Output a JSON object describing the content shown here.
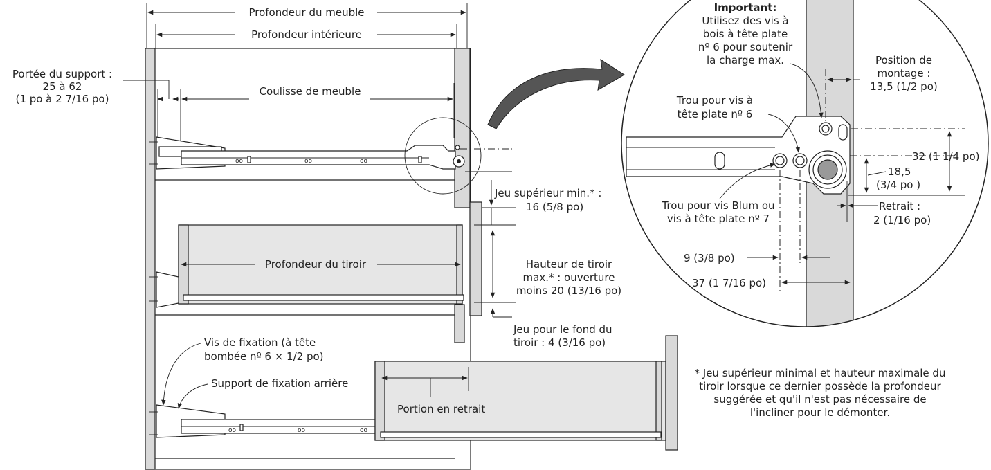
{
  "labels": {
    "profondeur_meuble": "Profondeur du meuble",
    "profondeur_interieure": "Profondeur intérieure",
    "portee_l1": "Portée du support :",
    "portee_l2": "25 à 62",
    "portee_l3": "(1 po à 2 7/16 po)",
    "coulisse": "Coulisse de meuble",
    "jeu_sup_l1": "Jeu supérieur min.* :",
    "jeu_sup_l2": "16 (5/8 po)",
    "profondeur_tiroir": "Profondeur du tiroir",
    "hauteur_l1": "Hauteur de tiroir",
    "hauteur_l2": "max.* : ouverture",
    "hauteur_l3": "moins 20 (13/16 po)",
    "jeu_fond_l1": "Jeu pour le fond du",
    "jeu_fond_l2": "tiroir : 4 (3/16 po)",
    "vis_fix_l1": "Vis de fixation (à tête",
    "vis_fix_l2": "bombée nº 6 × 1/2 po)",
    "support_arriere": "Support de fixation arrière",
    "portion_retrait": "Portion en retrait",
    "note_l1": "* Jeu supérieur minimal et hauteur maximale du",
    "note_l2": "tiroir lorsque ce dernier possède la profondeur",
    "note_l3": "suggérée et qu'il n'est pas nécessaire de",
    "note_l4": "l'incliner pour le démonter."
  },
  "detail": {
    "important_title": "Important:",
    "important_l1": "Utilisez des vis à",
    "important_l2": "bois à tête plate",
    "important_l3": "nº 6 pour soutenir",
    "important_l4": "la charge max.",
    "position_l1": "Position de",
    "position_l2": "montage :",
    "position_l3": "13,5 (1/2 po)",
    "trou6_l1": "Trou pour vis à",
    "trou6_l2": "tête plate nº 6",
    "dim_32": "32 (1 1/4 po)",
    "dim_185_l1": "18,5",
    "dim_185_l2": "(3/4 po )",
    "retrait_l1": "Retrait :",
    "retrait_l2": "2 (1/16 po)",
    "trou_blum_l1": "Trou pour vis Blum ou",
    "trou_blum_l2": "vis à tête plate nº 7",
    "dim_9": "9 (3/8 po)",
    "dim_37": "37 (1 7/16 po)"
  }
}
